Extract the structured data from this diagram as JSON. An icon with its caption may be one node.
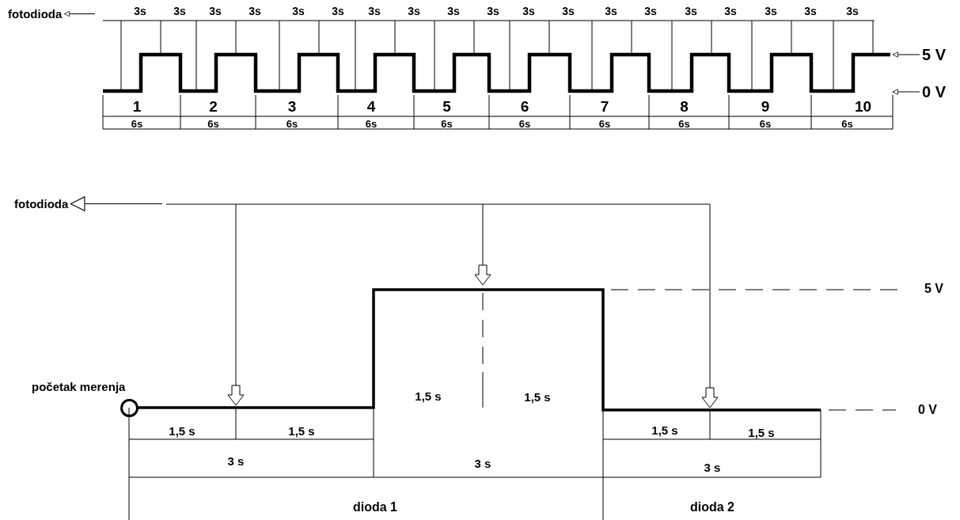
{
  "diagram": {
    "nodes": [
      {
        "text": [
          "fotodioda"
        ]
      },
      {
        "text": [
          "5 V"
        ]
      },
      {
        "text": [
          "0 V"
        ]
      },
      {
        "text": [
          "fotodioda"
        ]
      },
      {
        "text": [
          "5 V"
        ]
      },
      {
        "text": [
          "0 V"
        ]
      },
      {
        "text": [],
        "shape": "circle",
        "beside": [
          "početak merenja"
        ]
      },
      {
        "text": [],
        "shape": "picture"
      }
    ],
    "edges": [
      {
        "from": null,
        "to": 0,
        "arrow": "to"
      },
      {
        "from": 1,
        "to": 7,
        "arrow": "to"
      },
      {
        "from": 2,
        "to": 7,
        "arrow": "to"
      },
      {
        "from": null,
        "to": 3,
        "arrow": "to"
      }
    ],
    "labels": [
      "3s",
      "3s",
      "3s",
      "3s",
      "3s",
      "3s",
      "3s",
      "3s",
      "3s",
      "3s",
      "3s",
      "3s",
      "3s",
      "3s",
      "3s",
      "3s",
      "3s",
      "3s",
      "3s",
      "1",
      "2",
      "3",
      "4",
      "5",
      "6",
      "7",
      "8",
      "9",
      "10",
      "6s",
      "6s",
      "6s",
      "6s",
      "6s",
      "6s",
      "6s",
      "6s",
      "6s",
      "6s",
      "1,5 s",
      "1,5 s",
      "1,5 s",
      "1,5 s",
      "1,5 s",
      "1,5 s",
      "3 s",
      "3 s",
      "3 s",
      "dioda 1",
      "dioda 2"
    ]
  }
}
